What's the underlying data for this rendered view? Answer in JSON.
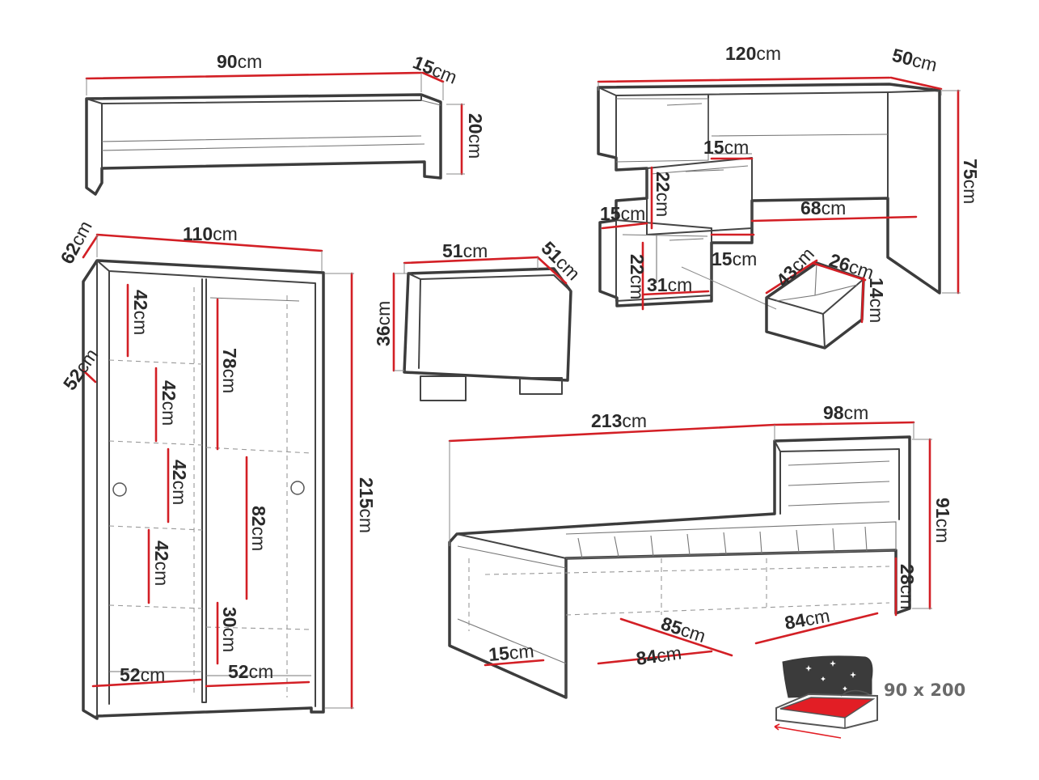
{
  "shelf": {
    "width": "90",
    "depth": "15",
    "height": "20"
  },
  "desk": {
    "width": "120",
    "depth": "50",
    "height": "75",
    "drawer_step": "15",
    "drawer_height": "22",
    "drawer_side": "15",
    "leg_space": "68",
    "drawer_height_2": "22",
    "drawer_width": "31",
    "drawer_side_2": "15"
  },
  "drawer": {
    "length": "43",
    "width": "26",
    "height": "14"
  },
  "pouf": {
    "width": "51",
    "depth": "51",
    "height": "36"
  },
  "wardrobe": {
    "depth": "62",
    "width": "110",
    "inner_depth": "52",
    "height": "215",
    "left_shelf_1": "42",
    "left_shelf_2": "42",
    "left_shelf_3": "42",
    "left_shelf_4": "42",
    "right_upper": "78",
    "right_middle": "82",
    "right_lower": "30",
    "door_left": "52",
    "door_right": "52"
  },
  "bed": {
    "length": "213",
    "width": "98",
    "height": "91",
    "frame_height": "28",
    "box_1": "85",
    "box_2": "84",
    "box_3": "84",
    "side": "15",
    "mattress_size": "90 x 200"
  },
  "unit": "cm"
}
